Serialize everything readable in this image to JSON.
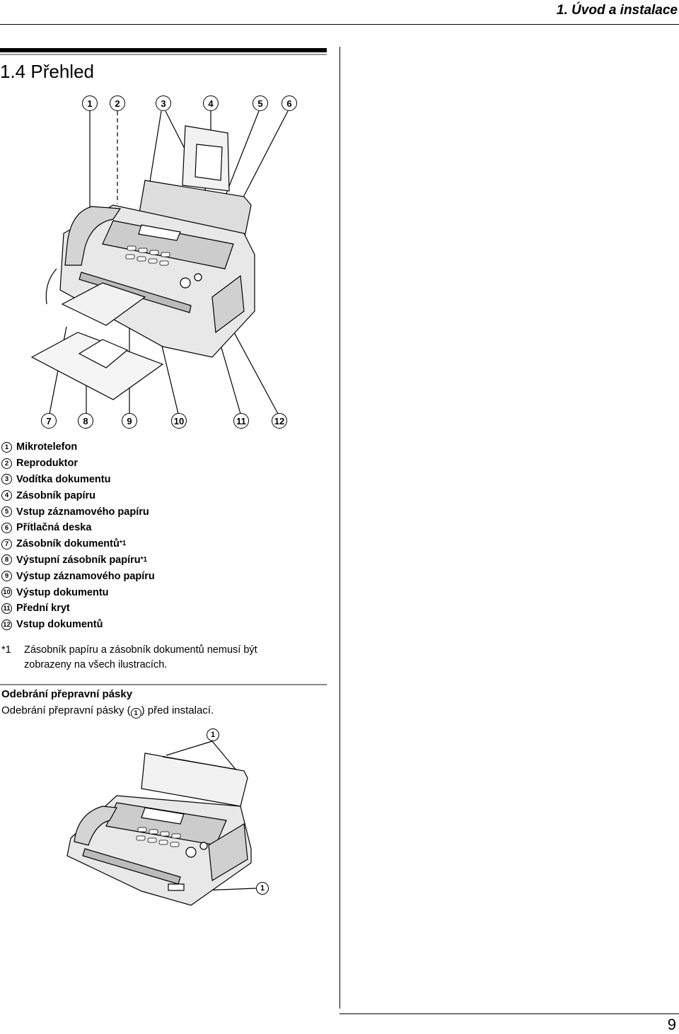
{
  "header": {
    "chapter": "1. Úvod a instalace"
  },
  "section": {
    "title": "1.4 Přehled"
  },
  "callouts_top": [
    "1",
    "2",
    "3",
    "4",
    "5",
    "6"
  ],
  "callouts_bottom": [
    "7",
    "8",
    "9",
    "10",
    "11",
    "12"
  ],
  "legend": [
    {
      "num": "1",
      "label": "Mikrotelefon",
      "note": ""
    },
    {
      "num": "2",
      "label": "Reproduktor",
      "note": ""
    },
    {
      "num": "3",
      "label": "Vodítka dokumentu",
      "note": ""
    },
    {
      "num": "4",
      "label": "Zásobník papíru",
      "note": ""
    },
    {
      "num": "5",
      "label": "Vstup záznamového papíru",
      "note": ""
    },
    {
      "num": "6",
      "label": "Přítlačná deska",
      "note": ""
    },
    {
      "num": "7",
      "label": "Zásobník dokumentů",
      "note": "*1"
    },
    {
      "num": "8",
      "label": "Výstupní zásobník papíru",
      "note": "*1"
    },
    {
      "num": "9",
      "label": "Výstup záznamového papíru",
      "note": ""
    },
    {
      "num": "10",
      "label": "Výstup dokumentu",
      "note": ""
    },
    {
      "num": "11",
      "label": "Přední kryt",
      "note": ""
    },
    {
      "num": "12",
      "label": "Vstup dokumentů",
      "note": ""
    }
  ],
  "footnote": {
    "mark": "*1",
    "line1": "Zásobník papíru a zásobník dokumentů nemusí být",
    "line2": "zobrazeny na všech ilustracích."
  },
  "subsection": {
    "title": "Odebrání přepravní pásky",
    "text_before": "Odebrání přepravní pásky (",
    "ref": "1",
    "text_after": ") před instalací."
  },
  "callouts_second": [
    "1",
    "1"
  ],
  "page_number": "9"
}
